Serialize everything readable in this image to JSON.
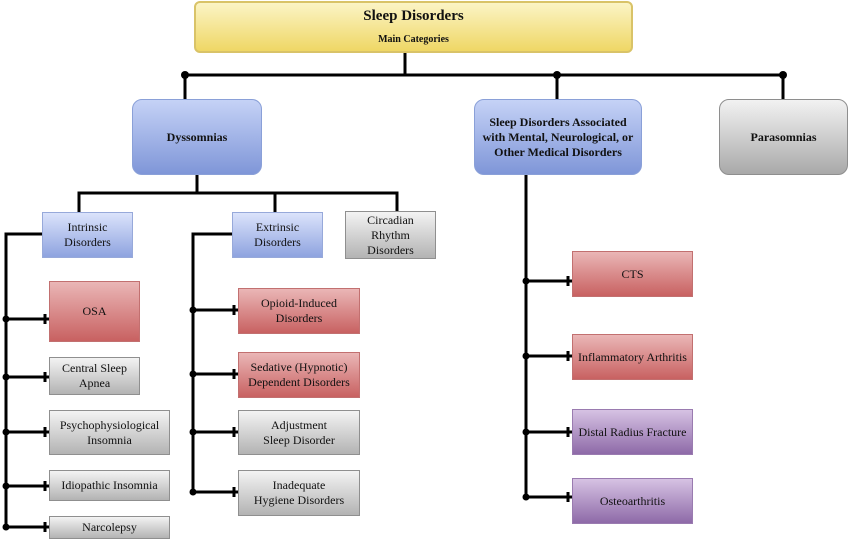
{
  "diagram": {
    "root": {
      "title": "Sleep Disorders",
      "subtitle": "Main Categories",
      "color": "#efd765"
    },
    "categories": [
      {
        "id": "dyssomnias",
        "label": "Dyssomnias",
        "color": "#7f96d8"
      },
      {
        "id": "medical",
        "label": "Sleep Disorders Associated\nwith Mental, Neurological, or\nOther Medical Disorders",
        "color": "#7f96d8"
      },
      {
        "id": "parasomnias",
        "label": "Parasomnias",
        "color": "#a9a9a9"
      }
    ],
    "dyssomnia_subtypes": [
      {
        "id": "intrinsic",
        "label": "Intrinsic\nDisorders",
        "color": "#8ea3df"
      },
      {
        "id": "extrinsic",
        "label": "Extrinsic\nDisorders",
        "color": "#8ea3df"
      },
      {
        "id": "circadian",
        "label": "Circadian\nRhythm\nDisorders",
        "color": "#b3b3b3"
      }
    ],
    "intrinsic_items": [
      {
        "label": "OSA",
        "color": "red"
      },
      {
        "label": "Central Sleep\nApnea",
        "color": "gray"
      },
      {
        "label": "Psychophysiological\nInsomnia",
        "color": "gray"
      },
      {
        "label": "Idiopathic Insomnia",
        "color": "gray"
      },
      {
        "label": "Narcolepsy",
        "color": "gray"
      }
    ],
    "extrinsic_items": [
      {
        "label": "Opioid-Induced\nDisorders",
        "color": "red"
      },
      {
        "label": "Sedative (Hypnotic)\nDependent Disorders",
        "color": "red"
      },
      {
        "label": "Adjustment\nSleep Disorder",
        "color": "gray"
      },
      {
        "label": "Inadequate\nHygiene Disorders",
        "color": "gray"
      }
    ],
    "medical_items": [
      {
        "label": "CTS",
        "color": "red"
      },
      {
        "label": "Inflammatory Arthritis",
        "color": "red"
      },
      {
        "label": "Distal Radius Fracture",
        "color": "purple"
      },
      {
        "label": "Osteoarthritis",
        "color": "purple"
      }
    ],
    "legend_colors": {
      "red": "#c86161",
      "gray": "#b3b3b3",
      "purple": "#8e6aa8",
      "blue": "#8ea3df",
      "yellow": "#efd765"
    }
  }
}
